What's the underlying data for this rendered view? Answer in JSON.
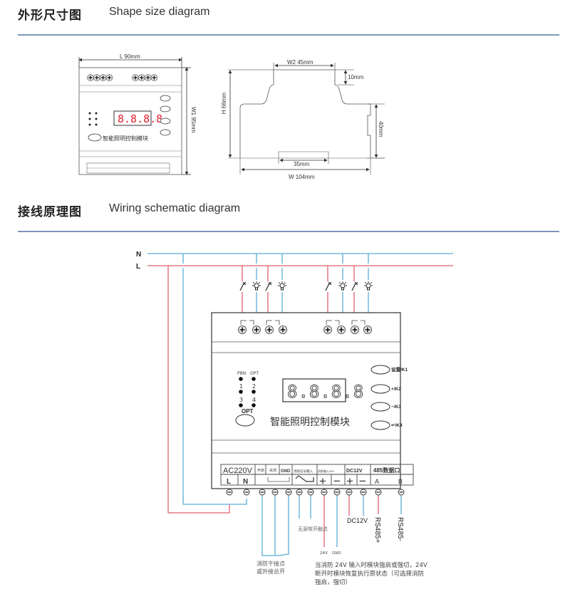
{
  "sections": {
    "shape": {
      "title_zh": "外形尺寸图",
      "title_en": "Shape size diagram"
    },
    "wiring": {
      "title_zh": "接线原理图",
      "title_en": "Wiring schematic diagram"
    }
  },
  "dimensions": {
    "length": "L   90mm",
    "width1": "W1   95mm",
    "width2": "W2  45mm",
    "height": "H   66mm",
    "top_step": "10mm",
    "right_step": "40mm",
    "rail": "35mm",
    "width": "W    104mm"
  },
  "bus": {
    "neutral": "N",
    "live": "L"
  },
  "colors": {
    "live_wire": "#e0606e",
    "neutral_wire": "#5aaed6",
    "rule": "#7e97bb"
  },
  "module": {
    "display": "8.8.8.8",
    "name_zh": "智能照明控制模块",
    "led_labels": [
      "PBN",
      "OPT",
      "1",
      "2",
      "3",
      "4"
    ],
    "opt_button": "OPT",
    "buttons": [
      "设置/K1",
      "+/K2",
      "−/K3",
      "↵/K4"
    ],
    "terminals": {
      "ac": "AC220V",
      "l": "L",
      "n": "N",
      "fire1": "开启",
      "fire2": "关闭",
      "gnd": "GND",
      "signal": "消防信号输入",
      "fire24": "消防输入24V",
      "dc": "DC12V",
      "plus": "+",
      "minus": "−",
      "rs485": "485数据口",
      "a": "A",
      "b": "B"
    }
  },
  "annotations": {
    "dry_contact": "无源常开触点",
    "fire_dry": "消防干接点\n或外接总开",
    "v24": "24V",
    "gnd": "GND",
    "dc12": "DC12V",
    "rs485p": "RS485+",
    "rs485n": "RS485-",
    "note_line1": "当消防 24V 输入时模块强启或强切，24V",
    "note_line2": "断开时模块恢复执行原状态（可选择消防",
    "note_line3": "强启，强切）"
  }
}
